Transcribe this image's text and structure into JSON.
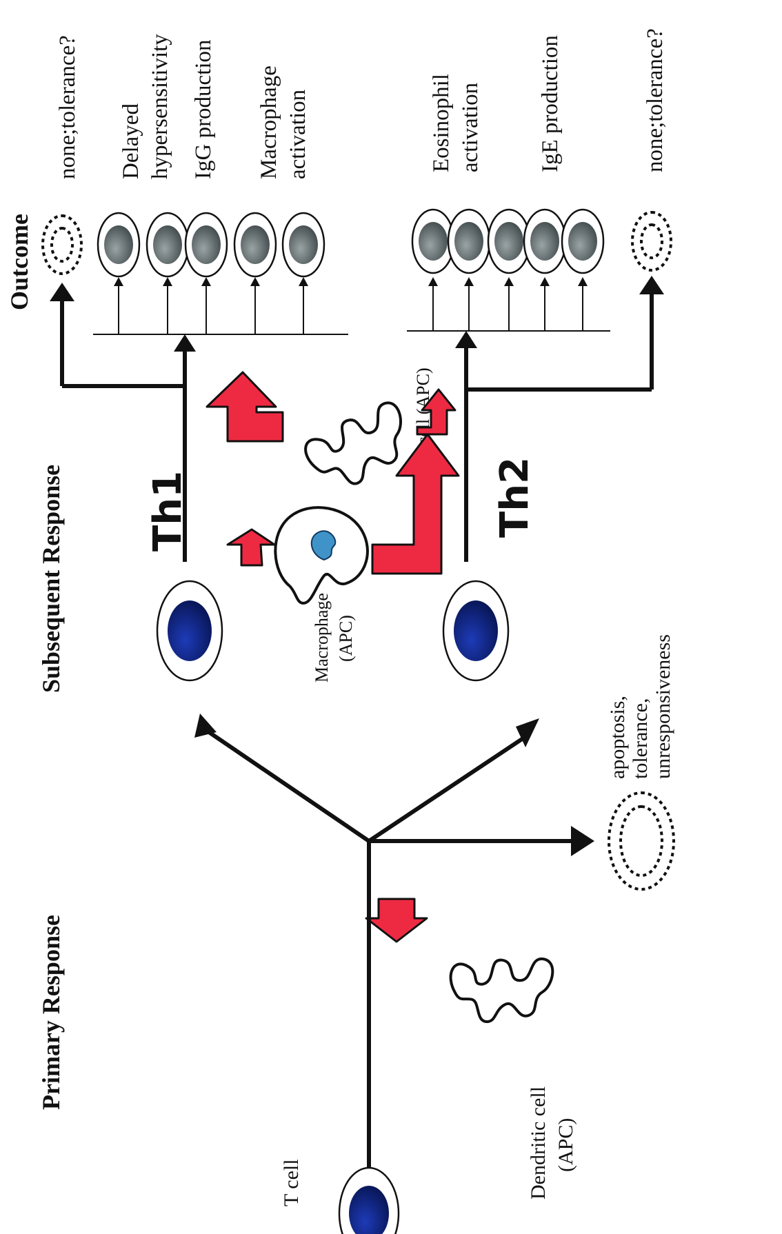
{
  "sections": {
    "primary": "Primary Response",
    "subsequent": "Subsequent Response",
    "outcome": "Outcome"
  },
  "labels": {
    "t_cell": "T cell",
    "dc_primary_1": "Dendritic cell",
    "dc_primary_2": "(APC)",
    "fate_1": "apoptosis,",
    "fate_2": "tolerance,",
    "fate_3": "unresponsiveness",
    "th1": "Th1",
    "th2": "Th2",
    "macrophage_1": "Macrophage",
    "macrophage_2": "(APC)",
    "dc_subsequent": "Dendritic cell (APC)"
  },
  "outcomes": {
    "th1": [
      "none;tolerance?",
      "Delayed",
      "hypersensitivity",
      "IgG production",
      "Macrophage",
      "activation"
    ],
    "th2": [
      "Eosinophil",
      "activation",
      "IgE production",
      "none;tolerance?"
    ]
  },
  "colors": {
    "arrow_red": "#ee2a43",
    "tcell_nucleus": "#0b1f86",
    "effector_nucleus": "#5f6b6e",
    "macrophage_nucleus": "#3f93c9"
  }
}
